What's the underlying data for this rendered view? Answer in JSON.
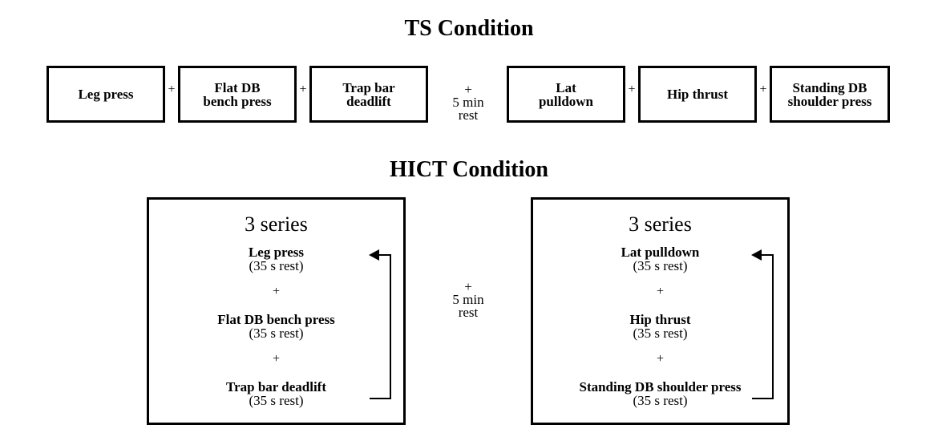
{
  "ts": {
    "title": "TS Condition",
    "exercises": [
      {
        "line1": "Leg press",
        "line2": ""
      },
      {
        "line1": "Flat DB",
        "line2": "bench press"
      },
      {
        "line1": "Trap bar",
        "line2": "deadlift"
      },
      {
        "line1": "Lat",
        "line2": "pulldown"
      },
      {
        "line1": "Hip thrust",
        "line2": ""
      },
      {
        "line1": "Standing DB",
        "line2": "shoulder press"
      }
    ],
    "plus": "+",
    "rest": {
      "plus": "+",
      "line1": "5 min",
      "line2": "rest"
    }
  },
  "hict": {
    "title": "HICT Condition",
    "rest": {
      "plus": "+",
      "line1": "5 min",
      "line2": "rest"
    },
    "blocks": [
      {
        "series": "3 series",
        "exercises": [
          {
            "name": "Leg press",
            "rest": "(35 s rest)"
          },
          {
            "name": "Flat DB bench press",
            "rest": "(35 s rest)"
          },
          {
            "name": "Trap bar deadlift",
            "rest": "(35 s rest)"
          }
        ],
        "plus": "+"
      },
      {
        "series": "3 series",
        "exercises": [
          {
            "name": "Lat pulldown",
            "rest": "(35 s rest)"
          },
          {
            "name": "Hip thrust",
            "rest": "(35 s rest)"
          },
          {
            "name": "Standing DB shoulder press",
            "rest": "(35 s rest)"
          }
        ],
        "plus": "+"
      }
    ]
  }
}
